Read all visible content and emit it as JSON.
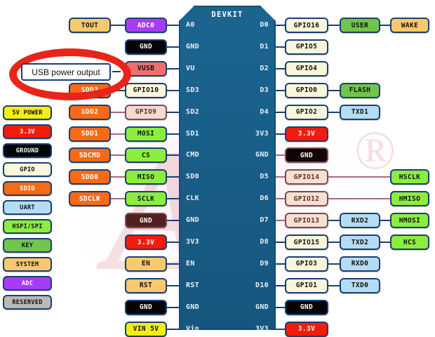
{
  "board": {
    "title": "DEVKIT",
    "left_pins": [
      "A0",
      "GND",
      "VU",
      "SD3",
      "SD2",
      "SD1",
      "CMD",
      "SD0",
      "CLK",
      "GND",
      "3V3",
      "EN",
      "RST",
      "GND",
      "Vin"
    ],
    "right_pins": [
      "D0",
      "D1",
      "D2",
      "D3",
      "D4",
      "3V3",
      "GND",
      "D5",
      "D6",
      "D7",
      "D8",
      "D9",
      "D10",
      "GND",
      "3V3"
    ]
  },
  "callout": {
    "text": "USB power output",
    "highlight_color": "#e8251b"
  },
  "legend": [
    {
      "label": "5V POWER",
      "bg": "#f5ee12",
      "fg": "#111111"
    },
    {
      "label": "3.3V",
      "bg": "#f51b0a",
      "fg": "#ffffff"
    },
    {
      "label": "GROUND",
      "bg": "#050505",
      "fg": "#ffffff"
    },
    {
      "label": "GPIO",
      "bg": "#faf6dc",
      "fg": "#111111"
    },
    {
      "label": "SDIO",
      "bg": "#f96a14",
      "fg": "#ffffff"
    },
    {
      "label": "UART",
      "bg": "#b4dcf2",
      "fg": "#111111"
    },
    {
      "label": "HSPI/SPI",
      "bg": "#8cee3c",
      "fg": "#111111"
    },
    {
      "label": "KEY",
      "bg": "#72c44c",
      "fg": "#111111"
    },
    {
      "label": "SYSTEM",
      "bg": "#fbc96c",
      "fg": "#111111"
    },
    {
      "label": "ADC",
      "bg": "#a63df5",
      "fg": "#ffffff"
    },
    {
      "label": "RESERVED",
      "bg": "#b9b9b9",
      "fg": "#111111"
    }
  ],
  "left_col1": [
    {
      "row": 0,
      "label": "TOUT",
      "bg": "#fbc96c",
      "fg": "#111111"
    },
    {
      "row": 3,
      "label": "SDD3",
      "bg": "#f96a14",
      "fg": "#ffffff"
    },
    {
      "row": 4,
      "label": "SDD2",
      "bg": "#f96a14",
      "fg": "#ffffff"
    },
    {
      "row": 5,
      "label": "SDD1",
      "bg": "#f96a14",
      "fg": "#ffffff"
    },
    {
      "row": 6,
      "label": "SDCMD",
      "bg": "#f96a14",
      "fg": "#ffffff"
    },
    {
      "row": 7,
      "label": "SDD0",
      "bg": "#f96a14",
      "fg": "#ffffff"
    },
    {
      "row": 8,
      "label": "SDCLK",
      "bg": "#f96a14",
      "fg": "#ffffff"
    }
  ],
  "left_col2": [
    {
      "row": 0,
      "label": "ADC0",
      "bg": "#a63df5",
      "fg": "#ffffff"
    },
    {
      "row": 1,
      "label": "GND",
      "bg": "#050505",
      "fg": "#ffffff"
    },
    {
      "row": 2,
      "label": "VUSB",
      "bg": "#ef6f6f",
      "fg": "#111111"
    },
    {
      "row": 3,
      "label": "GPIO10",
      "bg": "#faf6dc",
      "fg": "#111111"
    },
    {
      "row": 4,
      "label": "GPIO9",
      "bg": "#f0ddd0",
      "fg": "#6b2a2a",
      "tinted": true
    },
    {
      "row": 5,
      "label": "MOSI",
      "bg": "#8cee3c",
      "fg": "#111111"
    },
    {
      "row": 6,
      "label": "CS",
      "bg": "#8cee3c",
      "fg": "#111111"
    },
    {
      "row": 7,
      "label": "MISO",
      "bg": "#8cee3c",
      "fg": "#111111"
    },
    {
      "row": 8,
      "label": "SCLK",
      "bg": "#8cee3c",
      "fg": "#111111"
    },
    {
      "row": 9,
      "label": "GND",
      "bg": "#50211f",
      "fg": "#ffffff",
      "tinted": true
    },
    {
      "row": 10,
      "label": "3.3V",
      "bg": "#f51b0a",
      "fg": "#ffffff"
    },
    {
      "row": 11,
      "label": "EN",
      "bg": "#fbc96c",
      "fg": "#111111"
    },
    {
      "row": 12,
      "label": "RST",
      "bg": "#fbc96c",
      "fg": "#111111"
    },
    {
      "row": 13,
      "label": "GND",
      "bg": "#050505",
      "fg": "#ffffff"
    },
    {
      "row": 14,
      "label": "VIN 5V",
      "bg": "#f5ee12",
      "fg": "#111111"
    }
  ],
  "right_col1": [
    {
      "row": 0,
      "label": "GPIO16",
      "bg": "#faf6dc",
      "fg": "#111111"
    },
    {
      "row": 1,
      "label": "GPIO5",
      "bg": "#faf6dc",
      "fg": "#111111"
    },
    {
      "row": 2,
      "label": "GPIO4",
      "bg": "#faf6dc",
      "fg": "#111111"
    },
    {
      "row": 3,
      "label": "GPIO0",
      "bg": "#faf6dc",
      "fg": "#111111"
    },
    {
      "row": 4,
      "label": "GPIO2",
      "bg": "#faf6dc",
      "fg": "#111111"
    },
    {
      "row": 5,
      "label": "3.3V",
      "bg": "#f51b0a",
      "fg": "#ffffff"
    },
    {
      "row": 6,
      "label": "GND",
      "bg": "#140404",
      "fg": "#ffffff",
      "tinted": true
    },
    {
      "row": 7,
      "label": "GPIO14",
      "bg": "#f3e2d2",
      "fg": "#6b2a2a",
      "tinted": true
    },
    {
      "row": 8,
      "label": "GPIO12",
      "bg": "#f3e2d2",
      "fg": "#6b2a2a",
      "tinted": true
    },
    {
      "row": 9,
      "label": "GPIO13",
      "bg": "#f3e2d2",
      "fg": "#6b2a2a",
      "tinted": true
    },
    {
      "row": 10,
      "label": "GPIO15",
      "bg": "#faf6dc",
      "fg": "#111111"
    },
    {
      "row": 11,
      "label": "GPIO3",
      "bg": "#faf6dc",
      "fg": "#111111"
    },
    {
      "row": 12,
      "label": "GPIO1",
      "bg": "#faf6dc",
      "fg": "#111111"
    },
    {
      "row": 13,
      "label": "GND",
      "bg": "#050505",
      "fg": "#ffffff"
    },
    {
      "row": 14,
      "label": "3.3V",
      "bg": "#f51b0a",
      "fg": "#ffffff"
    }
  ],
  "right_col2": [
    {
      "row": 0,
      "label": "USER",
      "bg": "#72c44c",
      "fg": "#111111"
    },
    {
      "row": 3,
      "label": "FLASH",
      "bg": "#72c44c",
      "fg": "#111111"
    },
    {
      "row": 4,
      "label": "TXD1",
      "bg": "#b4dcf2",
      "fg": "#111111"
    },
    {
      "row": 9,
      "label": "RXD2",
      "bg": "#b4dcf2",
      "fg": "#111111"
    },
    {
      "row": 10,
      "label": "TXD2",
      "bg": "#b4dcf2",
      "fg": "#111111"
    },
    {
      "row": 11,
      "label": "RXD0",
      "bg": "#b4dcf2",
      "fg": "#111111"
    },
    {
      "row": 12,
      "label": "TXD0",
      "bg": "#b4dcf2",
      "fg": "#111111"
    }
  ],
  "right_col3": [
    {
      "row": 0,
      "label": "WAKE",
      "bg": "#fbc96c",
      "fg": "#111111"
    },
    {
      "row": 7,
      "label": "HSCLK",
      "bg": "#8cee3c",
      "fg": "#111111"
    },
    {
      "row": 8,
      "label": "HMISO",
      "bg": "#8cee3c",
      "fg": "#111111"
    },
    {
      "row": 9,
      "label": "HMOSI",
      "bg": "#8cee3c",
      "fg": "#111111"
    },
    {
      "row": 10,
      "label": "HCS",
      "bg": "#8cee3c",
      "fg": "#111111"
    }
  ],
  "watermark": {
    "letter": "A",
    "mark": "®"
  }
}
